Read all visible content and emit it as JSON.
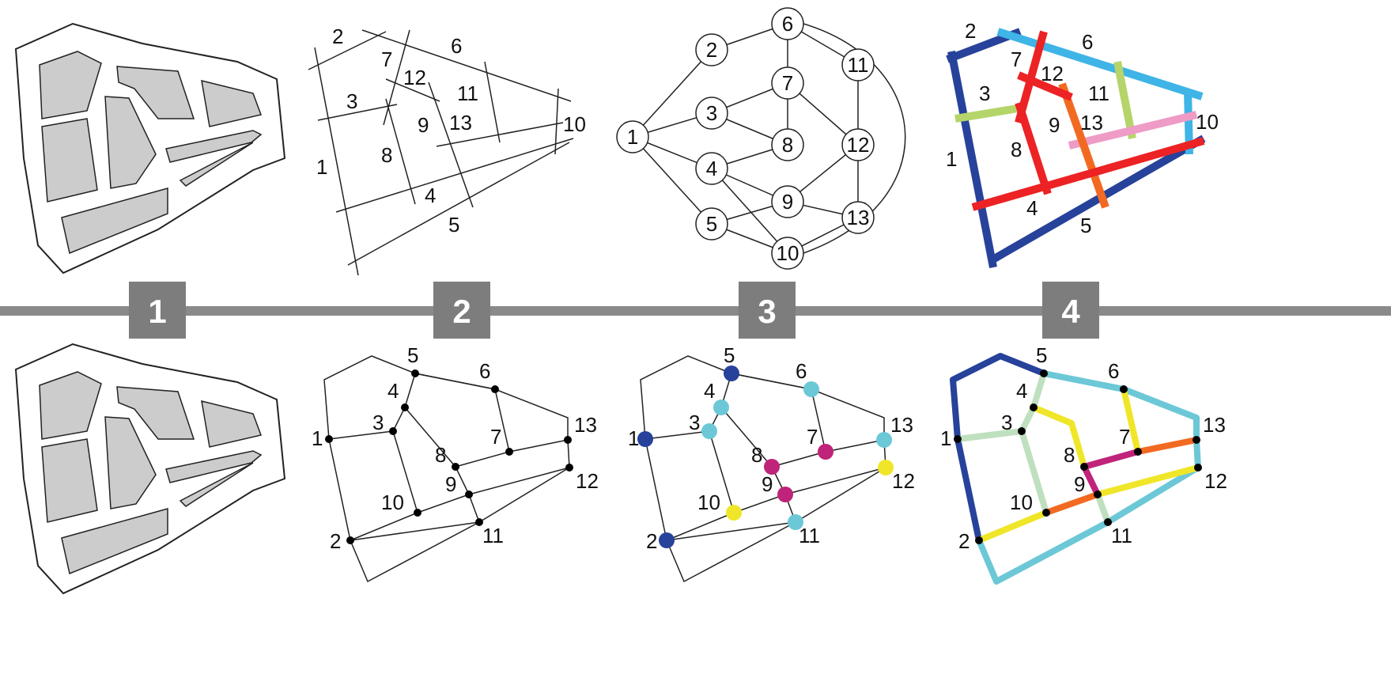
{
  "step_numbers": [
    "1",
    "2",
    "3",
    "4"
  ],
  "colors": {
    "divider": "#8a8a8a",
    "block_fill": "#cccccc",
    "dark_blue": "#27429a",
    "light_blue": "#3fb4e6",
    "red": "#ec2224",
    "orange": "#f26a22",
    "yellow_green": "#b5d46a",
    "pink": "#ee9bc6",
    "cyan": "#6cc8d6",
    "magenta": "#c0237a",
    "yellow": "#f0e629",
    "pale_green": "#bfe0bf"
  },
  "top_lines": {
    "labels": [
      "1",
      "2",
      "3",
      "4",
      "5",
      "6",
      "7",
      "8",
      "9",
      "10",
      "11",
      "12",
      "13"
    ]
  },
  "top_graph": {
    "node_labels": [
      "1",
      "2",
      "3",
      "4",
      "5",
      "6",
      "7",
      "8",
      "9",
      "10",
      "11",
      "12",
      "13"
    ],
    "edges": [
      [
        "1",
        "2"
      ],
      [
        "1",
        "3"
      ],
      [
        "1",
        "4"
      ],
      [
        "1",
        "5"
      ],
      [
        "2",
        "6"
      ],
      [
        "3",
        "7"
      ],
      [
        "3",
        "8"
      ],
      [
        "4",
        "8"
      ],
      [
        "4",
        "9"
      ],
      [
        "4",
        "10"
      ],
      [
        "5",
        "9"
      ],
      [
        "5",
        "10"
      ],
      [
        "6",
        "7"
      ],
      [
        "6",
        "11"
      ],
      [
        "6",
        "10"
      ],
      [
        "7",
        "8"
      ],
      [
        "7",
        "12"
      ],
      [
        "9",
        "12"
      ],
      [
        "9",
        "13"
      ],
      [
        "10",
        "13"
      ],
      [
        "11",
        "13"
      ]
    ]
  },
  "top_colored": {
    "labels": [
      "1",
      "2",
      "3",
      "4",
      "5",
      "6",
      "7",
      "8",
      "9",
      "10",
      "11",
      "12",
      "13"
    ]
  },
  "bottom_network": {
    "node_labels": [
      "1",
      "2",
      "3",
      "4",
      "5",
      "6",
      "7",
      "8",
      "9",
      "10",
      "11",
      "12",
      "13"
    ]
  },
  "bottom_colored_nodes": {
    "node_labels": [
      "1",
      "2",
      "3",
      "4",
      "5",
      "6",
      "7",
      "8",
      "9",
      "10",
      "11",
      "12",
      "13"
    ],
    "node_colors": {
      "1": "dark_blue",
      "2": "dark_blue",
      "5": "dark_blue",
      "3": "cyan",
      "4": "cyan",
      "6": "cyan",
      "11": "cyan",
      "13": "cyan",
      "7": "magenta",
      "8": "magenta",
      "9": "magenta",
      "10": "yellow",
      "12": "yellow"
    }
  },
  "bottom_colored_edges": {
    "node_labels": [
      "1",
      "2",
      "3",
      "4",
      "5",
      "6",
      "7",
      "8",
      "9",
      "10",
      "11",
      "12",
      "13"
    ]
  }
}
